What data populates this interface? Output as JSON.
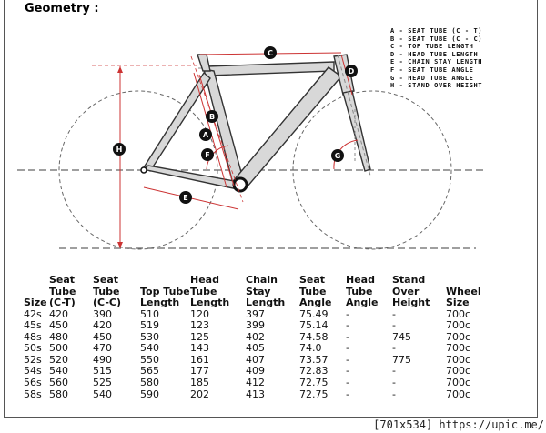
{
  "heading": "Geometry :",
  "labels": {
    "a": "A",
    "b": "B",
    "c": "C",
    "d": "D",
    "e": "E",
    "f": "F",
    "g": "G",
    "h": "H"
  },
  "legend": [
    "A - SEAT TUBE (C - T)",
    "B - SEAT TUBE (C - C)",
    "C - TOP TUBE LENGTH",
    "D - HEAD TUBE LENGTH",
    "E - CHAIN STAY LENGTH",
    "F - SEAT TUBE ANGLE",
    "G - HEAD TUBE ANGLE",
    "H - STAND OVER HEIGHT"
  ],
  "table": {
    "headers": [
      [
        "Size"
      ],
      [
        "Seat",
        "Tube",
        "(C-T)"
      ],
      [
        "Seat",
        "Tube",
        "(C-C)"
      ],
      [
        "Top Tube",
        "Length"
      ],
      [
        "Head",
        "Tube",
        "Length"
      ],
      [
        "Chain",
        "Stay",
        "Length"
      ],
      [
        "Seat",
        "Tube",
        "Angle"
      ],
      [
        "Head",
        "Tube",
        "Angle"
      ],
      [
        "Stand",
        "Over",
        "Height"
      ],
      [
        "Wheel",
        "Size"
      ]
    ],
    "rows": [
      [
        "42s",
        "420",
        "390",
        "510",
        "120",
        "397",
        "75.49",
        "-",
        "-",
        "700c"
      ],
      [
        "45s",
        "450",
        "420",
        "519",
        "123",
        "399",
        "75.14",
        "-",
        "-",
        "700c"
      ],
      [
        "48s",
        "480",
        "450",
        "530",
        "125",
        "402",
        "74.58",
        "-",
        "745",
        "700c"
      ],
      [
        "50s",
        "500",
        "470",
        "540",
        "143",
        "405",
        "74.0",
        "-",
        "-",
        "700c"
      ],
      [
        "52s",
        "520",
        "490",
        "550",
        "161",
        "407",
        "73.57",
        "-",
        "775",
        "700c"
      ],
      [
        "54s",
        "540",
        "515",
        "565",
        "177",
        "409",
        "72.83",
        "-",
        "-",
        "700c"
      ],
      [
        "56s",
        "560",
        "525",
        "580",
        "185",
        "412",
        "72.75",
        "-",
        "-",
        "700c"
      ],
      [
        "58s",
        "580",
        "540",
        "590",
        "202",
        "413",
        "72.75",
        "-",
        "-",
        "700c"
      ]
    ]
  },
  "watermark": "[701x534] https://upic.me/"
}
